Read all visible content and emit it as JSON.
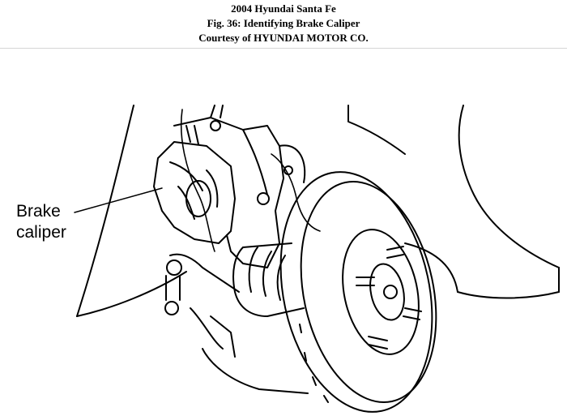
{
  "header": {
    "title": "2004 Hyundai Santa Fe",
    "figure_caption": "Fig. 36: Identifying Brake Caliper",
    "courtesy": "Courtesy of HYUNDAI MOTOR CO."
  },
  "figure": {
    "callout_line1": "Brake",
    "callout_line2": "caliper"
  }
}
